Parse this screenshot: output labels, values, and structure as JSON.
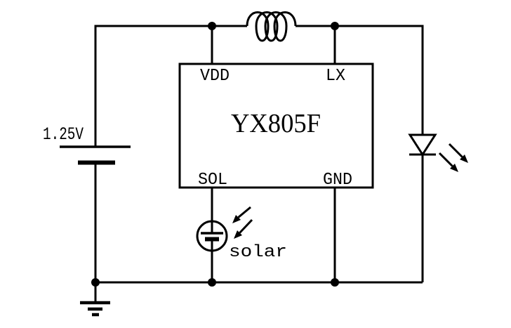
{
  "diagram": {
    "type": "circuit-schematic",
    "background_color": "#ffffff",
    "line_color": "#000000",
    "ic": {
      "part_number": "YX805F",
      "pin_vdd": "VDD",
      "pin_lx": "LX",
      "pin_sol": "SOL",
      "pin_gnd": "GND"
    },
    "battery": {
      "voltage_label": "1.25V"
    },
    "solar_cell": {
      "label": "solar"
    },
    "symbols": {
      "inductor": "inductor-coil",
      "led": "led-diode-emitting-arrows",
      "battery": "battery-cell",
      "solar": "circled-cell-with-incident-light-arrows",
      "ground": "earth-ground"
    }
  }
}
